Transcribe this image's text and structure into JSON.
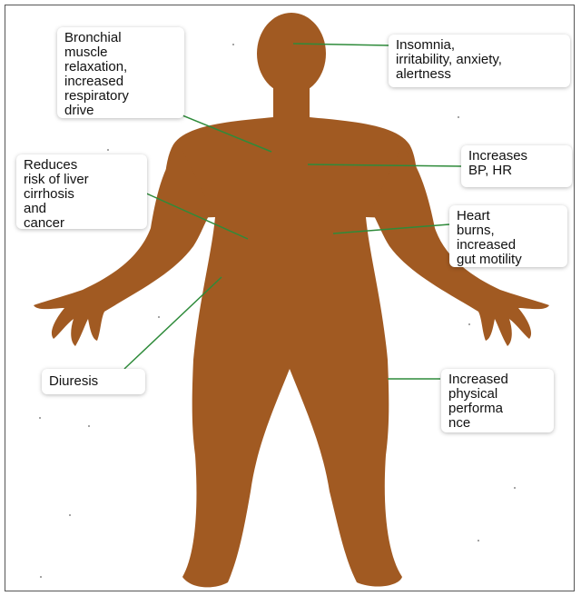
{
  "diagram": {
    "colors": {
      "body": "#A15A22",
      "connector": "#2E8B3A",
      "box_border": "#cfcfcf"
    },
    "labels": {
      "bronchial": "Bronchial\nmuscle\nrelaxation,\nincreased\nrespiratory\ndrive",
      "insomnia": "Insomnia,\nirritability, anxiety,\nalertness",
      "liver": "Reduces\nrisk of liver\ncirrhosis\nand\ncancer",
      "bp": "Increases\nBP, HR",
      "heart": "Heart\nburns,\nincreased\ngut motility",
      "diuresis": "Diuresis",
      "physical": "Increased\nphysical\nperforma\nnce"
    }
  }
}
